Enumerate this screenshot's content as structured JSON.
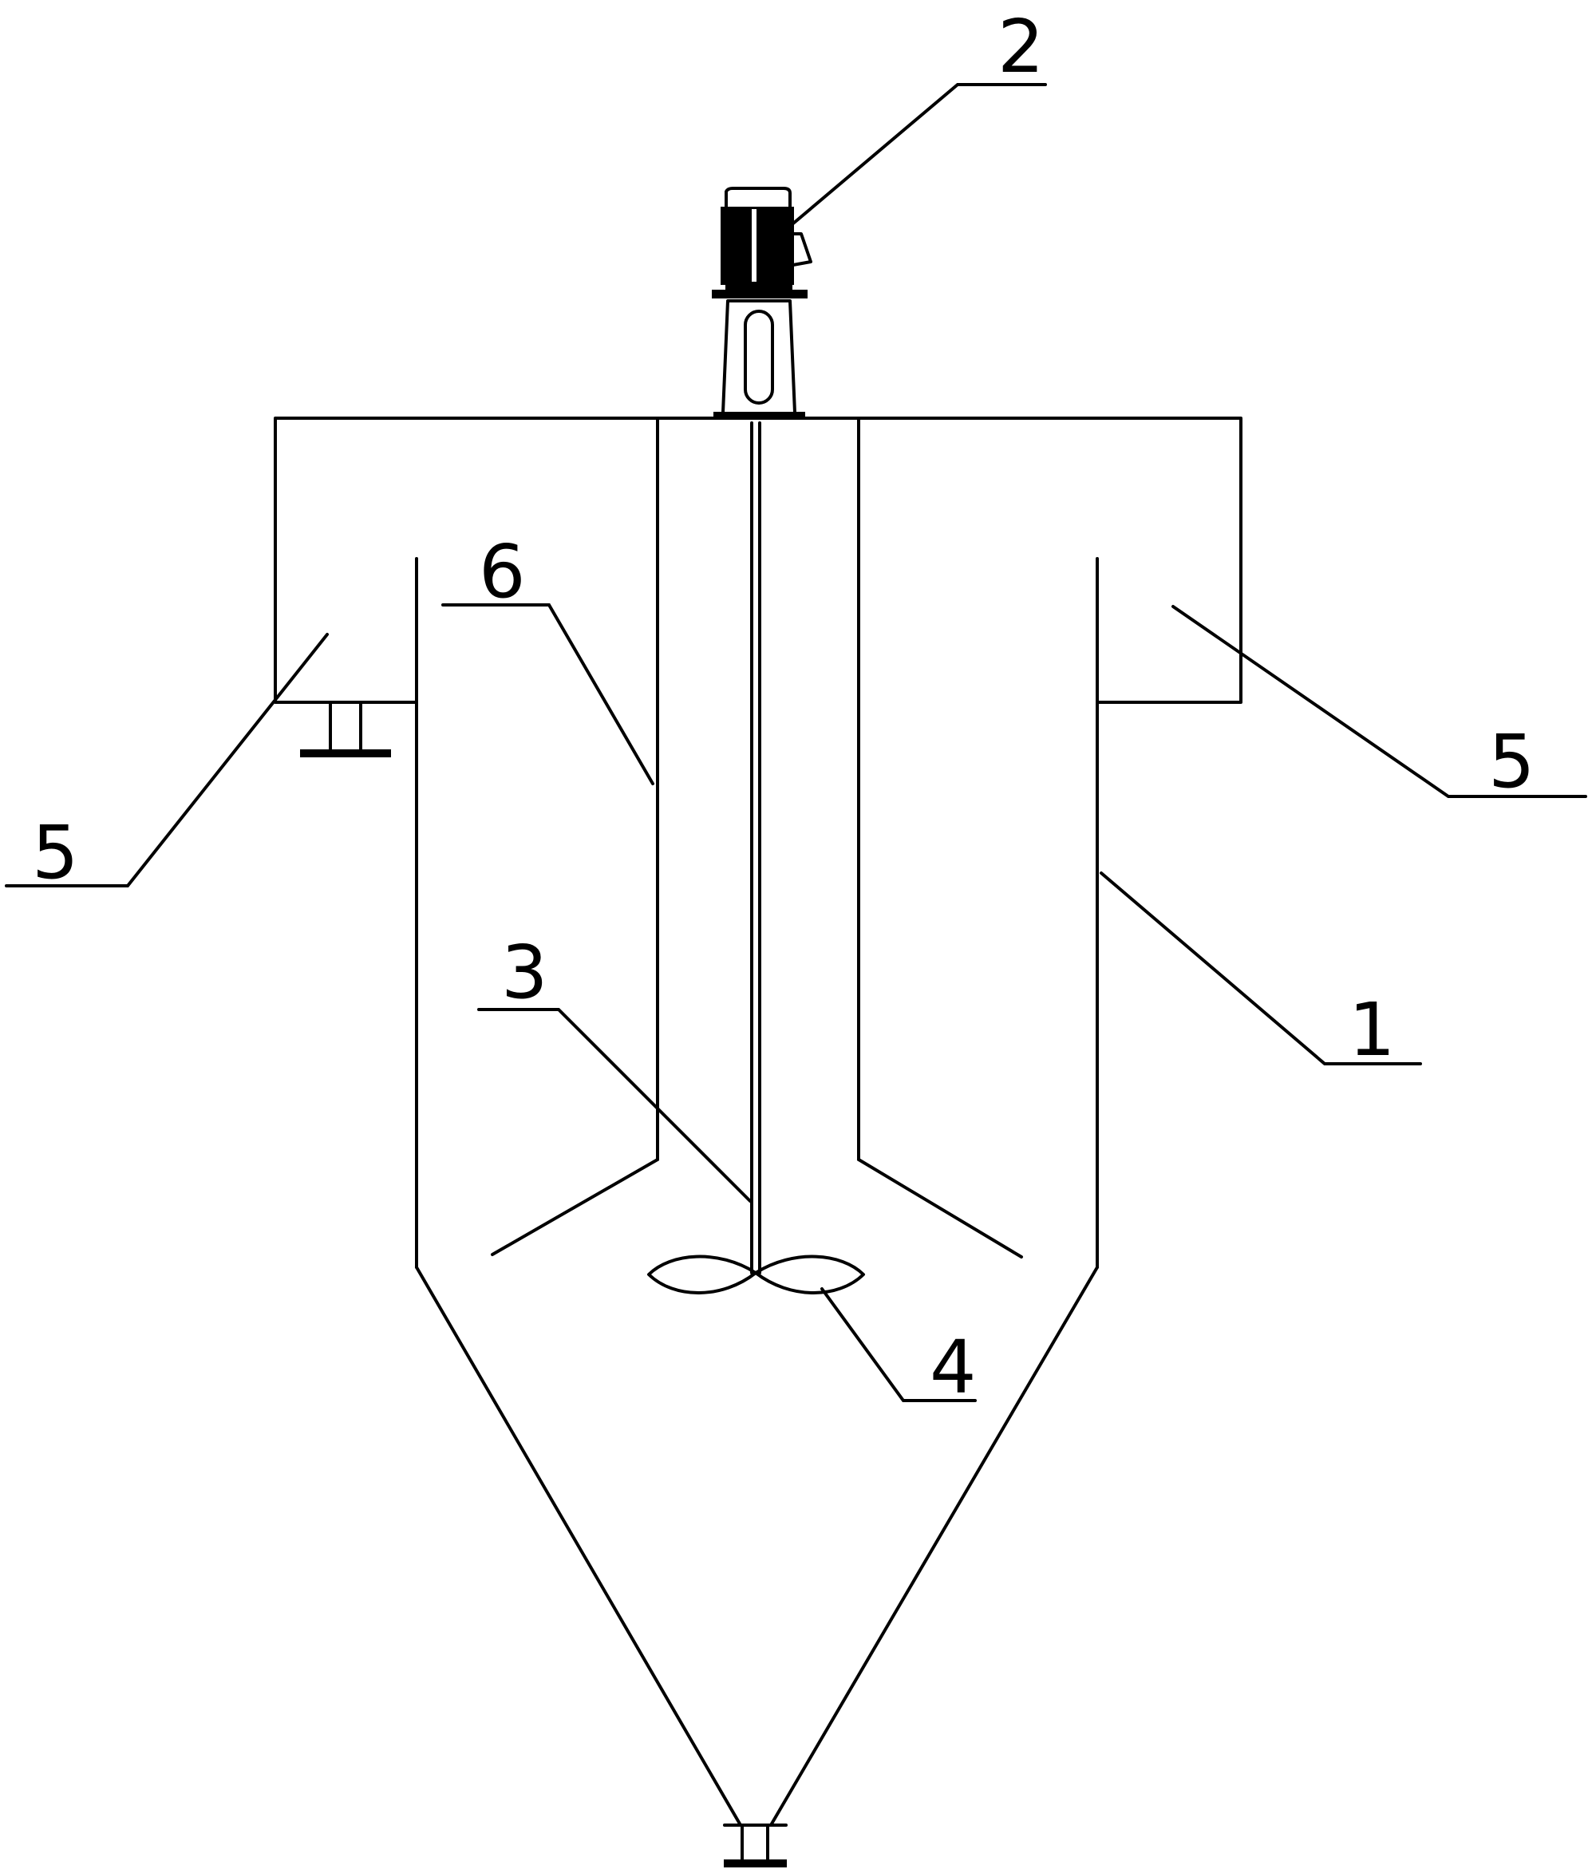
{
  "labels": {
    "tank_body": "1",
    "motor": "2",
    "shaft": "3",
    "impeller": "4",
    "overflow_trough_left": "5",
    "overflow_trough_right": "5",
    "guide_cylinder": "6"
  },
  "colors": {
    "line": "#000000",
    "background": "#ffffff"
  }
}
